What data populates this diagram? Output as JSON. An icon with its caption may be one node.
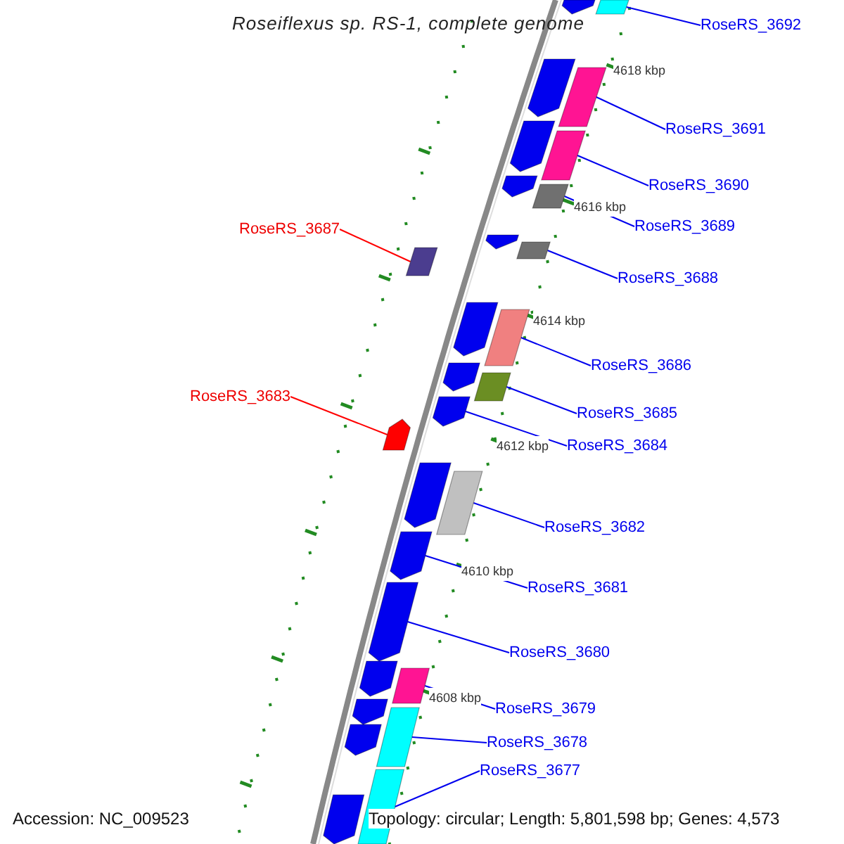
{
  "diagram": {
    "title": "Roseiflexus sp. RS-1, complete genome",
    "nodes": [
      {
        "text": [
          "RoseRS_3692"
        ]
      },
      {
        "text": [
          "RoseRS_3691"
        ]
      },
      {
        "text": [
          "RoseRS_3690"
        ]
      },
      {
        "text": [
          "RoseRS_3689"
        ]
      },
      {
        "text": [
          "RoseRS_3688"
        ]
      },
      {
        "text": [
          "RoseRS_3687"
        ]
      },
      {
        "text": [
          "RoseRS_3686"
        ]
      },
      {
        "text": [
          "RoseRS_3685"
        ]
      },
      {
        "text": [
          "RoseRS_3684"
        ]
      },
      {
        "text": [
          "RoseRS_3683"
        ]
      },
      {
        "text": [
          "RoseRS_3682"
        ]
      },
      {
        "text": [
          "RoseRS_3681"
        ]
      },
      {
        "text": [
          "RoseRS_3680"
        ]
      },
      {
        "text": [
          "RoseRS_3679"
        ]
      },
      {
        "text": [
          "RoseRS_3678"
        ]
      },
      {
        "text": [
          "RoseRS_3677"
        ]
      },
      {
        "text": [],
        "shape": "bar"
      },
      {
        "text": [],
        "shape": "bar"
      },
      {
        "text": [],
        "shape": "bar"
      },
      {
        "text": [],
        "shape": "bar"
      },
      {
        "text": [],
        "shape": "bar"
      },
      {
        "text": [],
        "shape": "bar"
      },
      {
        "text": [],
        "shape": "bar"
      },
      {
        "text": [],
        "shape": "bar"
      },
      {
        "text": [],
        "shape": "bar"
      },
      {
        "text": [],
        "shape": "bar"
      },
      {
        "text": [],
        "shape": "bar"
      },
      {
        "text": [],
        "shape": "bar"
      },
      {
        "text": [],
        "shape": "bar"
      },
      {
        "text": [],
        "shape": "bar"
      },
      {
        "text": [],
        "shape": "bar"
      },
      {
        "text": [],
        "shape": "bar"
      },
      {
        "text": [],
        "shape": "bar"
      },
      {
        "text": [],
        "shape": "bar"
      },
      {
        "text": [],
        "shape": "bar"
      },
      {
        "text": [],
        "shape": "bar"
      },
      {
        "text": [],
        "shape": "bar"
      },
      {
        "text": [],
        "shape": "bar"
      },
      {
        "text": [],
        "shape": "bar"
      },
      {
        "text": [],
        "shape": "bar"
      },
      {
        "text": [],
        "shape": "bar"
      },
      {
        "text": [],
        "shape": "bar"
      },
      {
        "text": [],
        "shape": "bar"
      },
      {
        "text": [],
        "shape": "bar"
      }
    ],
    "edges": [
      {
        "from": 0,
        "to": 16,
        "arrow": "none"
      },
      {
        "from": 1,
        "to": 17,
        "arrow": "none"
      },
      {
        "from": 2,
        "to": 18,
        "arrow": "none"
      },
      {
        "from": 3,
        "to": 19,
        "arrow": "none"
      },
      {
        "from": 4,
        "to": 20,
        "arrow": "none"
      },
      {
        "from": 5,
        "to": 21,
        "arrow": "none",
        "color": "#ff0000"
      },
      {
        "from": 6,
        "to": 22,
        "arrow": "none"
      },
      {
        "from": 7,
        "to": 23,
        "arrow": "none"
      },
      {
        "from": 8,
        "to": 24,
        "arrow": "none"
      },
      {
        "from": 9,
        "to": 25,
        "arrow": "none",
        "color": "#ff0000"
      },
      {
        "from": 10,
        "to": 26,
        "arrow": "none"
      },
      {
        "from": 11,
        "to": 27,
        "arrow": "none"
      },
      {
        "from": 12,
        "to": 28,
        "arrow": "none"
      },
      {
        "from": 13,
        "to": 29,
        "arrow": "none"
      },
      {
        "from": 14,
        "to": 30,
        "arrow": "none"
      },
      {
        "from": 15,
        "to": 31,
        "arrow": "none"
      }
    ],
    "labels": [
      "4618 kbp",
      "4616 kbp",
      "4614 kbp",
      "4612 kbp",
      "4610 kbp",
      "4608 kbp",
      "Accession: NC_009523",
      "Topology: circular; Length: 5,801,598 bp; Genes: 4,573"
    ]
  }
}
